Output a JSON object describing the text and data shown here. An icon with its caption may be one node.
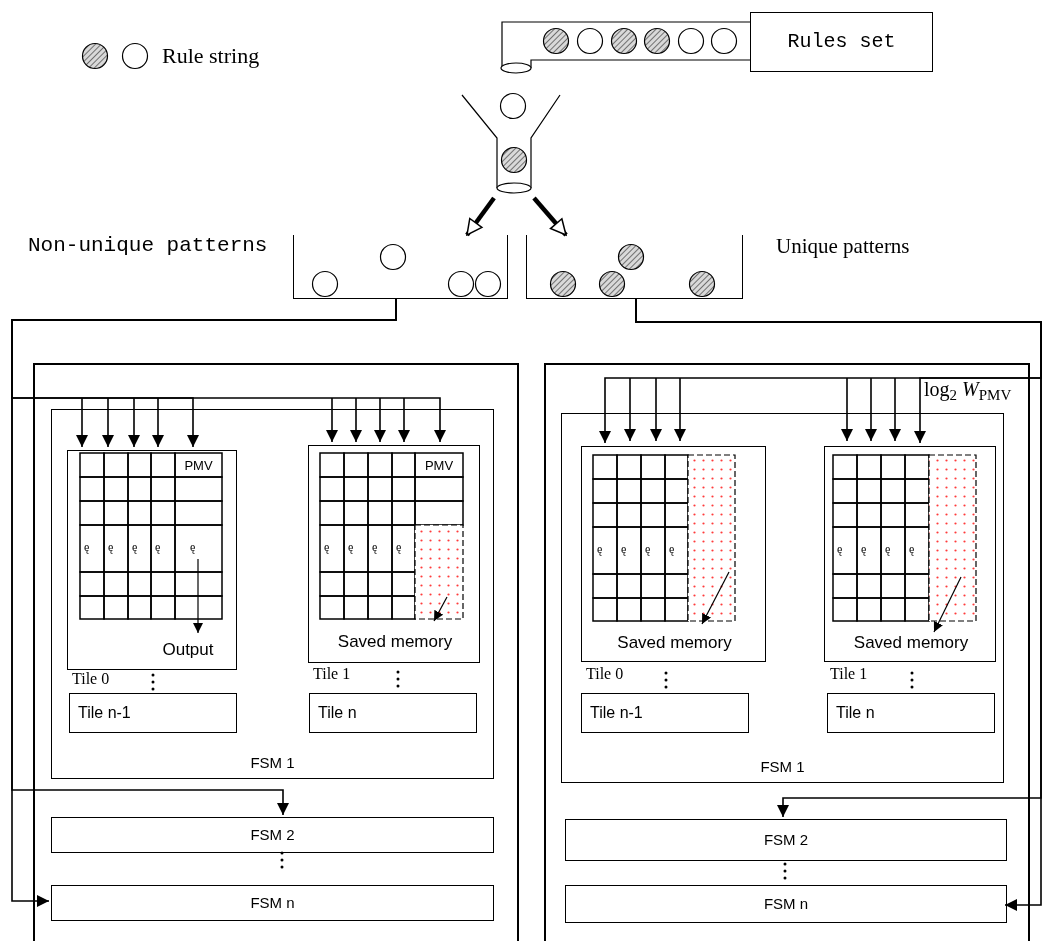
{
  "diagram": {
    "nodes": [
      {
        "text": [
          "Rules set"
        ]
      },
      {
        "text": [],
        "shape": "picture"
      },
      {
        "text": [],
        "shape": "box",
        "beside": [
          "Non-unique patterns"
        ]
      },
      {
        "text": [],
        "shape": "box",
        "beside": [
          "Unique patterns"
        ]
      },
      {
        "text": [],
        "shape": "box"
      },
      {
        "text": [
          "FSM 1"
        ],
        "in": 4
      },
      {
        "text": [
          "PMV",
          "Output"
        ],
        "in": 5,
        "beside": [
          "Tile 0"
        ]
      },
      {
        "text": [
          "Tile n-1"
        ],
        "in": 5
      },
      {
        "text": [
          "PMV",
          "Saved memory"
        ],
        "in": 5,
        "beside": [
          "Tile 1"
        ]
      },
      {
        "text": [
          "Tile n"
        ],
        "in": 5
      },
      {
        "text": [
          "FSM 2"
        ],
        "in": 4
      },
      {
        "text": [
          "FSM n"
        ],
        "in": 4
      },
      {
        "text": [],
        "shape": "box"
      },
      {
        "text": [
          "FSM 1"
        ],
        "in": 12
      },
      {
        "text": [
          "Saved memory"
        ],
        "in": 13,
        "beside": [
          "Tile 0"
        ]
      },
      {
        "text": [
          "Tile n-1"
        ],
        "in": 13
      },
      {
        "text": [
          "Saved memory"
        ],
        "in": 13,
        "beside": [
          "Tile 1"
        ]
      },
      {
        "text": [
          "Tile n"
        ],
        "in": 13
      },
      {
        "text": [
          "FSM 2"
        ],
        "in": 12
      },
      {
        "text": [
          "FSM n"
        ],
        "in": 12
      }
    ],
    "edges": [
      {
        "from": 1,
        "to": 2,
        "arrow": "to",
        "style": "thick"
      },
      {
        "from": 1,
        "to": 3,
        "arrow": "to",
        "style": "thick"
      },
      {
        "from": 2,
        "to": 6,
        "arrow": "to"
      },
      {
        "from": 2,
        "to": 8,
        "arrow": "to"
      },
      {
        "from": 2,
        "to": 10,
        "arrow": "to"
      },
      {
        "from": 2,
        "to": 11,
        "arrow": "to"
      },
      {
        "from": 3,
        "to": 14,
        "arrow": "to"
      },
      {
        "from": 3,
        "to": 16,
        "arrow": "to"
      },
      {
        "from": 3,
        "to": 18,
        "arrow": "to"
      },
      {
        "from": 3,
        "to": 19,
        "arrow": "to"
      }
    ],
    "labels": [
      "log$_{2}$ *W*$_{PMV}$",
      "ę",
      "ę",
      "ę",
      "ę",
      "ę",
      "ę",
      "ę",
      "ę",
      "ę",
      "ę",
      "ę",
      "ę",
      "ę",
      "ę",
      "ę",
      "ę",
      "ę"
    ],
    "legend": [
      {
        "text": "Rule string"
      }
    ]
  }
}
